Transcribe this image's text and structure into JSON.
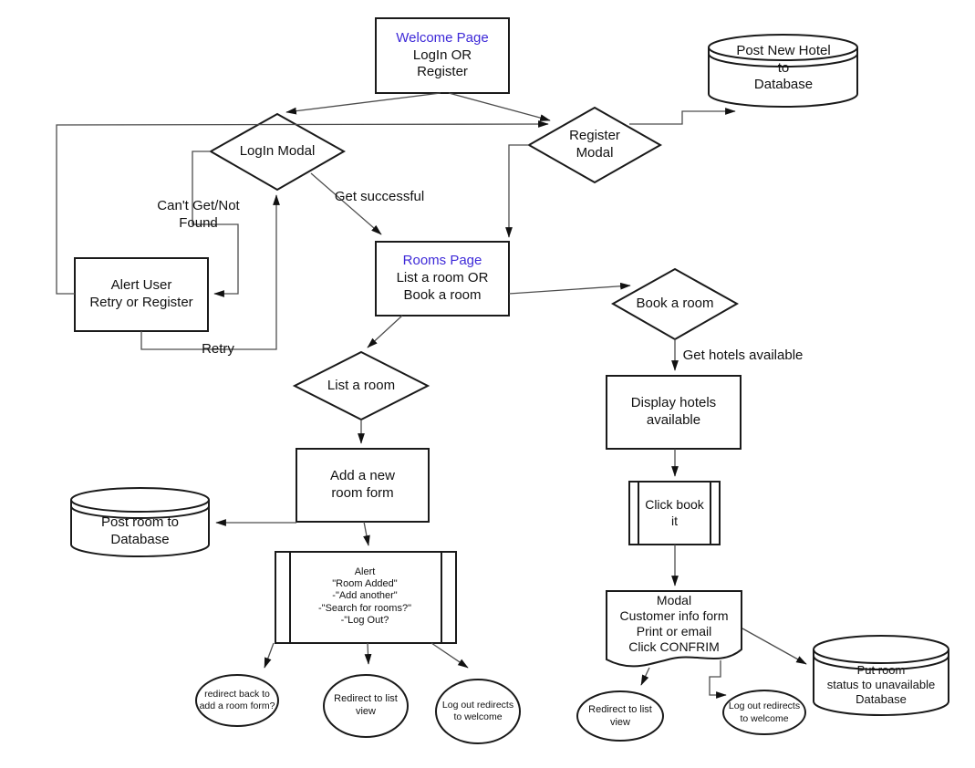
{
  "diagram": {
    "accent_blue": "#3e2ad8",
    "nodes": {
      "welcome": {
        "title": "Welcome Page",
        "body": "LogIn OR\nRegister"
      },
      "post_new_hotel": {
        "label": "Post New Hotel\nto\nDatabase"
      },
      "login_modal": {
        "label": "LogIn Modal"
      },
      "register_modal": {
        "label": "Register\nModal"
      },
      "alert_user": {
        "label": "Alert User\nRetry or Register"
      },
      "rooms": {
        "title": "Rooms Page",
        "body": "List a room OR\nBook a room"
      },
      "book_a_room": {
        "label": "Book a room"
      },
      "list_a_room": {
        "label": "List a room"
      },
      "add_room_form": {
        "label": "Add a new\nroom form"
      },
      "post_room_db": {
        "label": "Post room to\nDatabase"
      },
      "alert_added": {
        "label": "Alert\n\"Room Added\"\n-\"Add another\"\n-\"Search for rooms?\"\n-\"Log Out?"
      },
      "display_hotels": {
        "label": "Display hotels\navailable"
      },
      "click_book_it": {
        "label": "Click book\nit"
      },
      "modal_customer": {
        "label": "Modal\nCustomer info form\nPrint or email\nClick CONFRIM"
      },
      "put_room_status": {
        "label": "Put room\nstatus to unavailable\nDatabase"
      },
      "redirect_back": {
        "label": "redirect back to\nadd a room form?"
      },
      "redirect_list_left": {
        "label": "Redirect to list\nview"
      },
      "logout_left": {
        "label": "Log out redirects\nto  welcome"
      },
      "redirect_list_right": {
        "label": "Redirect to list\nview"
      },
      "logout_right": {
        "label": "Log out redirects\nto  welcome"
      }
    },
    "edge_labels": {
      "cant_get": "Can't Get/Not\nFound",
      "get_successful": "Get successful",
      "retry": "Retry",
      "get_hotels": "Get hotels available"
    }
  }
}
